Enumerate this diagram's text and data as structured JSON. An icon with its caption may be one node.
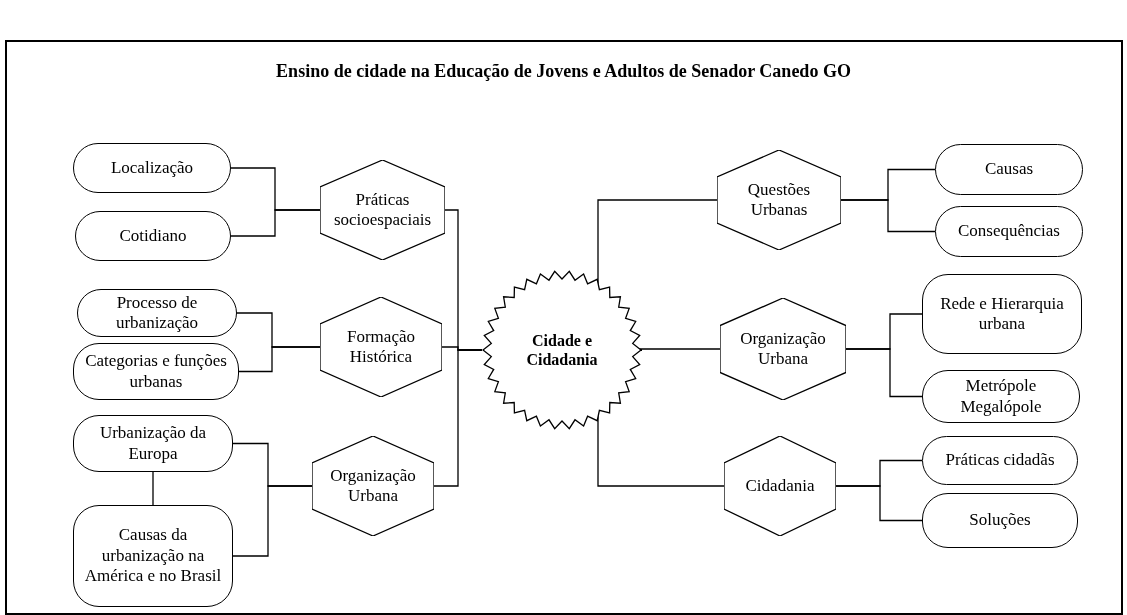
{
  "diagram": {
    "title": "Ensino de cidade na Educação de Jovens e Adultos de Senador Canedo GO",
    "nodes": [
      {
        "text": [
          "Cidade e Cidadania"
        ]
      },
      {
        "text": [
          "Práticas socioespaciais"
        ]
      },
      {
        "text": [
          "Formação Histórica"
        ]
      },
      {
        "text": [
          "Organização Urbana"
        ]
      },
      {
        "text": [
          "Localização"
        ]
      },
      {
        "text": [
          "Cotidiano"
        ]
      },
      {
        "text": [
          "Processo de urbanização"
        ]
      },
      {
        "text": [
          "Categorias e funções urbanas"
        ]
      },
      {
        "text": [
          "Urbanização da Europa"
        ]
      },
      {
        "text": [
          "Causas da urbanização na América e no Brasil"
        ]
      },
      {
        "text": [
          "Questões Urbanas"
        ]
      },
      {
        "text": [
          "Organização Urbana"
        ]
      },
      {
        "text": [
          "Cidadania"
        ]
      },
      {
        "text": [
          "Causas"
        ]
      },
      {
        "text": [
          "Consequências"
        ]
      },
      {
        "text": [
          "Rede e Hierarquia urbana"
        ]
      },
      {
        "text": [
          "Metrópole Megalópole"
        ]
      },
      {
        "text": [
          "Práticas cidadãs"
        ]
      },
      {
        "text": [
          "Soluções"
        ]
      }
    ],
    "edges": [
      {
        "from": 4,
        "to": 1,
        "arrow": "none"
      },
      {
        "from": 5,
        "to": 1,
        "arrow": "none"
      },
      {
        "from": 6,
        "to": 2,
        "arrow": "none"
      },
      {
        "from": 7,
        "to": 2,
        "arrow": "none"
      },
      {
        "from": 8,
        "to": 3,
        "arrow": "none"
      },
      {
        "from": 9,
        "to": 3,
        "arrow": "none"
      },
      {
        "from": 8,
        "to": 9,
        "arrow": "none"
      },
      {
        "from": 1,
        "to": 0,
        "arrow": "none"
      },
      {
        "from": 2,
        "to": 0,
        "arrow": "none"
      },
      {
        "from": 3,
        "to": 0,
        "arrow": "none"
      },
      {
        "from": 0,
        "to": 10,
        "arrow": "none"
      },
      {
        "from": 0,
        "to": 11,
        "arrow": "none"
      },
      {
        "from": 0,
        "to": 12,
        "arrow": "none"
      },
      {
        "from": 10,
        "to": 13,
        "arrow": "none"
      },
      {
        "from": 10,
        "to": 14,
        "arrow": "none"
      },
      {
        "from": 11,
        "to": 15,
        "arrow": "none"
      },
      {
        "from": 11,
        "to": 16,
        "arrow": "none"
      },
      {
        "from": 12,
        "to": 17,
        "arrow": "none"
      },
      {
        "from": 12,
        "to": 18,
        "arrow": "none"
      }
    ]
  }
}
